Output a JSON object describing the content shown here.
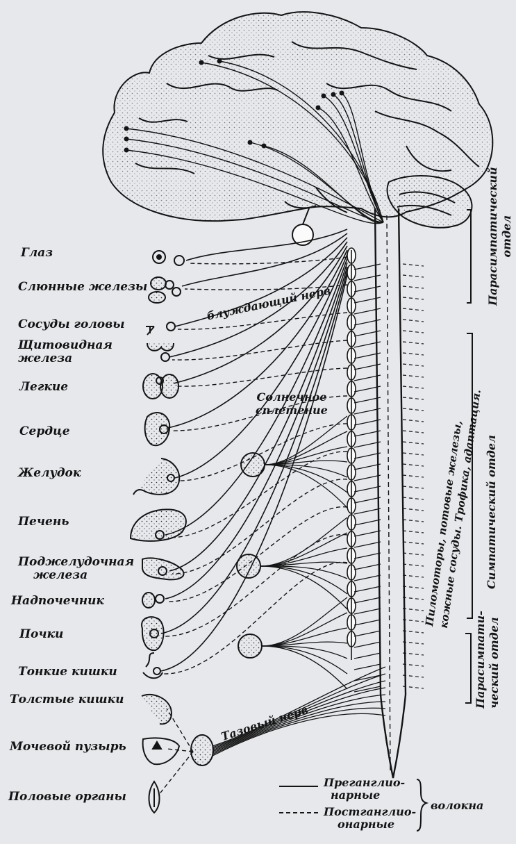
{
  "organs": [
    {
      "id": "eye",
      "label": "Глаз"
    },
    {
      "id": "salivary",
      "label": "Слюнные железы"
    },
    {
      "id": "head-vessels",
      "label": "Сосуды головы"
    },
    {
      "id": "thyroid",
      "label": "Щитовидная железа",
      "lines": [
        "Щитовидная",
        "железа"
      ]
    },
    {
      "id": "lungs",
      "label": "Легкие"
    },
    {
      "id": "heart",
      "label": "Сердце"
    },
    {
      "id": "stomach",
      "label": "Желудок"
    },
    {
      "id": "liver",
      "label": "Печень"
    },
    {
      "id": "pancreas",
      "label": "Поджелудочная железа",
      "lines": [
        "Поджелудочная",
        "железа"
      ]
    },
    {
      "id": "adrenal",
      "label": "Надпочечник"
    },
    {
      "id": "kidneys",
      "label": "Почки"
    },
    {
      "id": "small-intestine",
      "label": "Тонкие кишки"
    },
    {
      "id": "large-intestine",
      "label": "Толстые кишки"
    },
    {
      "id": "bladder",
      "label": "Мочевой пузырь"
    },
    {
      "id": "genitals",
      "label": "Половые органы"
    }
  ],
  "nerves": {
    "vagus": "блуждающий нерв",
    "pelvic": "Тазовый нерв",
    "solar_plexus": [
      "Солнечное",
      "сплетение"
    ]
  },
  "divisions": {
    "parasympathetic_upper": [
      "Парасимпатический",
      "отдел"
    ],
    "sympathetic": "Симпатический отдел",
    "parasympathetic_lower": [
      "Парасимпати-",
      "ческий отдел"
    ]
  },
  "skin_note": [
    "Пиломоторы, потовые железы,",
    "кожные сосуды. Трофика, адаптация."
  ],
  "legend": {
    "pre_lines": [
      "Преганглио-",
      "нарные"
    ],
    "post_lines": [
      "Постганглио-",
      "онарные"
    ],
    "fibers": "волокна"
  }
}
